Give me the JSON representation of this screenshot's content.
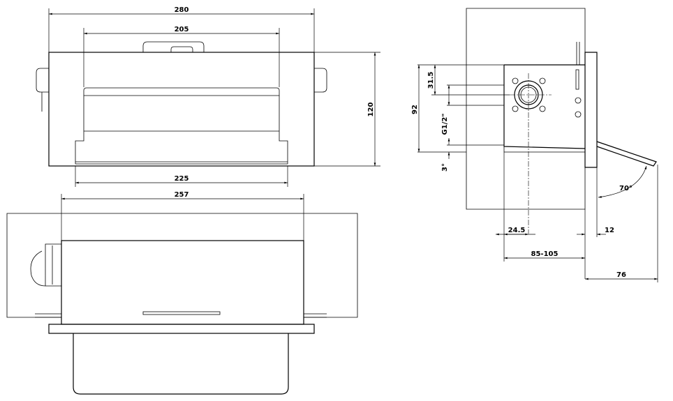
{
  "front_view": {
    "width_overall": "280",
    "width_inner": "205",
    "width_base": "225",
    "height": "120"
  },
  "top_section_view": {
    "width_recess": "257"
  },
  "side_view": {
    "height_box": "92",
    "inlet_offset": "31.5",
    "thread": "G1/2\"",
    "slope": "3°",
    "inlet_depth": "24.5",
    "plate_thickness": "12",
    "wall_depth": "85-105",
    "spout_projection": "76",
    "spout_angle": "70°"
  }
}
